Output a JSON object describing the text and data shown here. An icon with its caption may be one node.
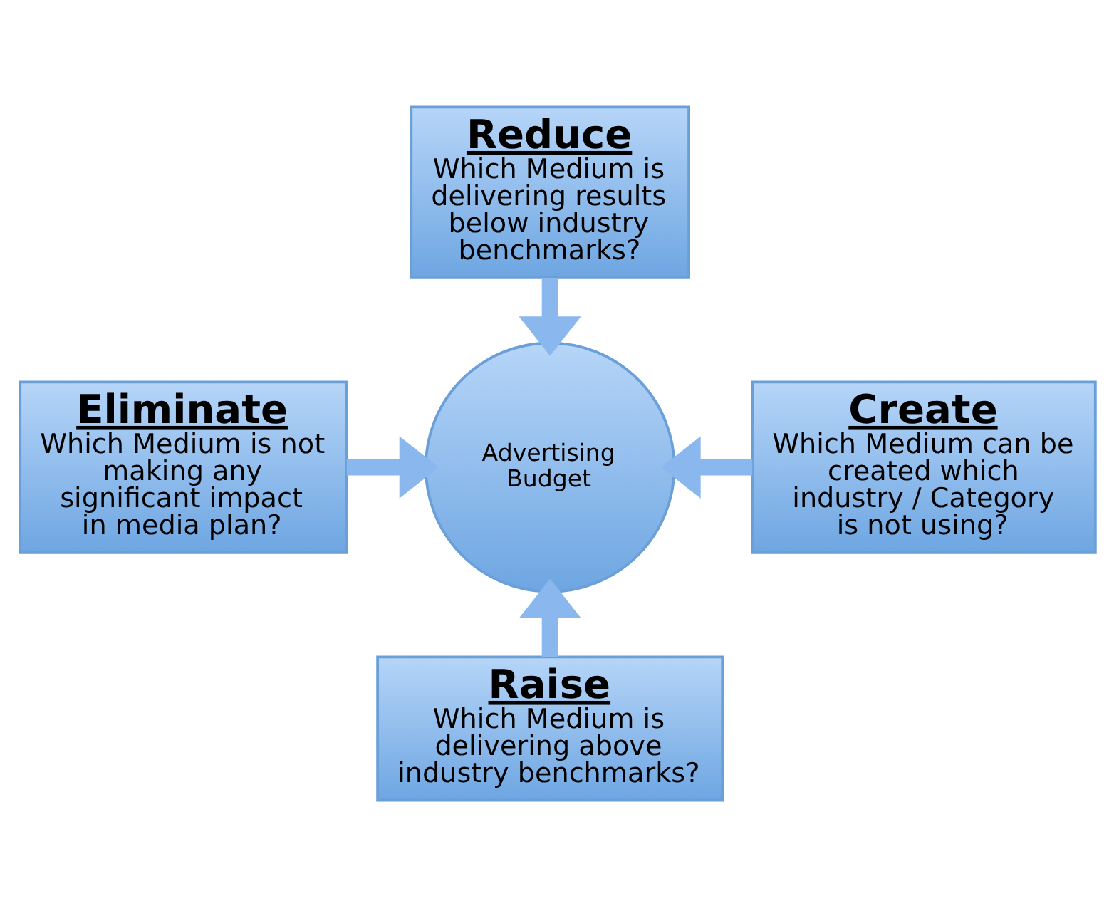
{
  "diagram": {
    "nodes": [
      {
        "text": [
          "Reduce",
          "Which Medium is delivering results below industry benchmarks?"
        ]
      },
      {
        "text": [
          "Eliminate",
          "Which Medium is not making any significant impact in media plan?"
        ]
      },
      {
        "text": [
          "Advertising Budget"
        ]
      },
      {
        "text": [
          "Create",
          "Which Medium can be created which industry / Category is not using?"
        ]
      },
      {
        "text": [
          "Raise",
          "Which Medium is delivering above industry benchmarks?"
        ]
      }
    ],
    "edges": [
      {
        "from": 0,
        "to": 2,
        "arrow": "to"
      },
      {
        "from": 1,
        "to": 2,
        "arrow": "to"
      },
      {
        "from": 3,
        "to": 2,
        "arrow": "to"
      },
      {
        "from": 4,
        "to": 2,
        "arrow": "to"
      }
    ]
  }
}
